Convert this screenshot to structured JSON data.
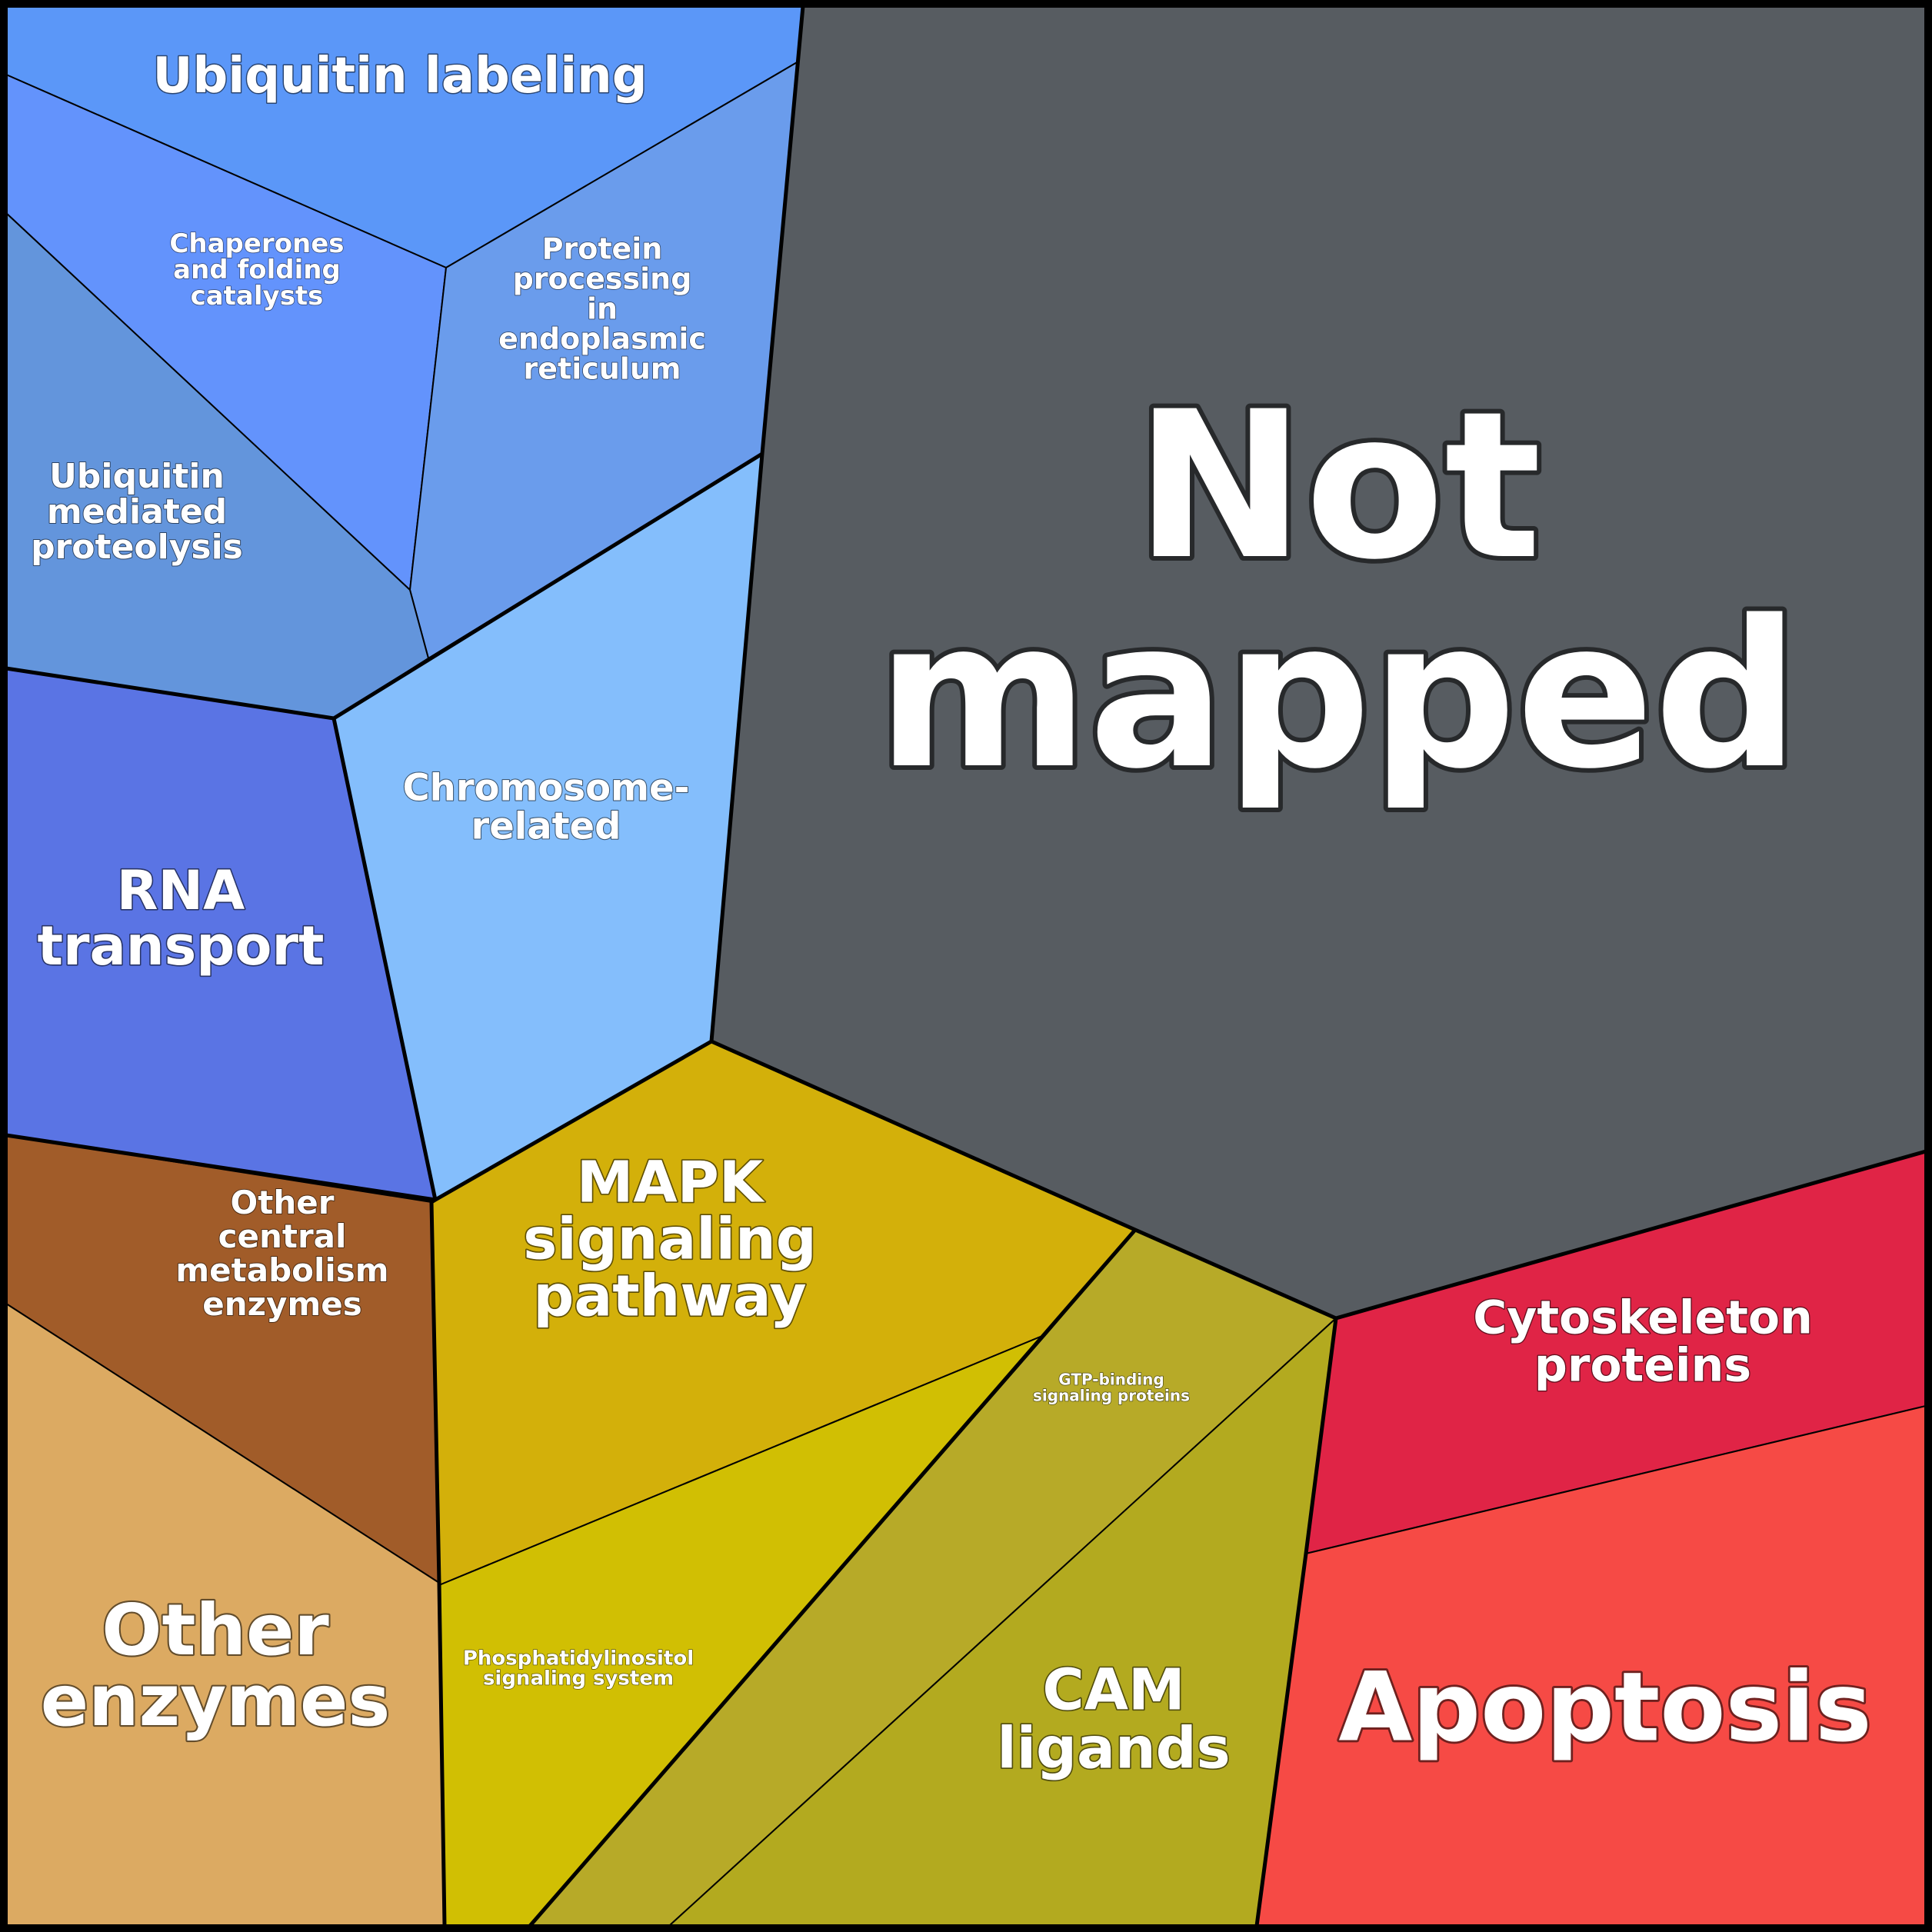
{
  "regions": [
    {
      "id": "ubiquitin-labeling",
      "label": [
        "Ubiquitin labeling"
      ],
      "color": "#5b97f8",
      "group": "genetic-information-processing"
    },
    {
      "id": "chaperones-and-folding-catalysts",
      "label": [
        "Chaperones",
        "and folding",
        "catalysts"
      ],
      "color": "#6393fc",
      "group": "genetic-information-processing"
    },
    {
      "id": "protein-processing-in-endoplasmic-reticulum",
      "label": [
        "Protein",
        "processing",
        "in",
        "endoplasmic",
        "reticulum"
      ],
      "color": "#6a9cec",
      "group": "genetic-information-processing"
    },
    {
      "id": "ubiquitin-mediated-proteolysis",
      "label": [
        "Ubiquitin",
        "mediated",
        "proteolysis"
      ],
      "color": "#6395dc",
      "group": "genetic-information-processing"
    },
    {
      "id": "chromosome-related",
      "label": [
        "Chromosome-",
        "related"
      ],
      "color": "#84befc",
      "group": "genetic-information-processing"
    },
    {
      "id": "rna-transport",
      "label": [
        "RNA",
        "transport"
      ],
      "color": "#5a74e4",
      "group": "genetic-information-processing"
    },
    {
      "id": "not-mapped",
      "label": [
        "Not",
        "mapped"
      ],
      "color": "#575c61",
      "group": "not-mapped"
    },
    {
      "id": "other-central-metabolism-enzymes",
      "label": [
        "Other",
        "central",
        "metabolism",
        "enzymes"
      ],
      "color": "#a15c29",
      "group": "metabolism"
    },
    {
      "id": "other-enzymes",
      "label": [
        "Other",
        "enzymes"
      ],
      "color": "#dcaa62",
      "group": "metabolism"
    },
    {
      "id": "mapk-signaling-pathway",
      "label": [
        "MAPK",
        "signaling",
        "pathway"
      ],
      "color": "#d3b00a",
      "group": "environmental-information-processing"
    },
    {
      "id": "phosphatidylinositol-signaling-system",
      "label": [
        "Phosphatidylinositol",
        "signaling system"
      ],
      "color": "#d1bf03",
      "group": "environmental-information-processing"
    },
    {
      "id": "gtp-binding-signaling-proteins",
      "label": [
        "GTP-binding",
        "signaling proteins"
      ],
      "color": "#b7aa28",
      "group": "environmental-information-processing"
    },
    {
      "id": "cam-ligands",
      "label": [
        "CAM",
        "ligands"
      ],
      "color": "#b3aa1f",
      "group": "environmental-information-processing"
    },
    {
      "id": "cytoskeleton-proteins",
      "label": [
        "Cytoskeleton",
        "proteins"
      ],
      "color": "#e02446",
      "group": "cellular-processes"
    },
    {
      "id": "apoptosis",
      "label": [
        "Apoptosis"
      ],
      "color": "#f64a45",
      "group": "cellular-processes"
    }
  ]
}
